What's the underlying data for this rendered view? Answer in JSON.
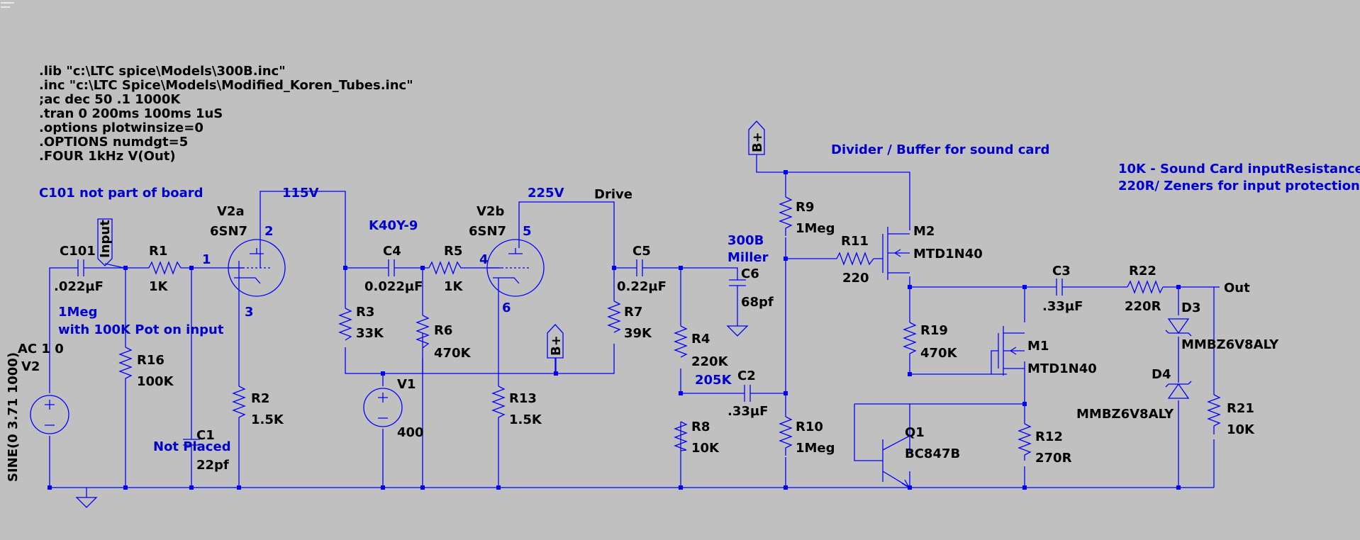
{
  "directives": [
    ".lib \"c:\\LTC spice\\Models\\300B.inc\"",
    ".inc \"c:\\LTC Spice\\Models\\Modified_Koren_Tubes.inc\"",
    ";ac dec 50 .1 1000K",
    ".tran 0 200ms 100ms 1uS",
    ".options plotwinsize=0",
    ".OPTIONS numdgt=5",
    ".FOUR 1kHz V(Out)"
  ],
  "notes": {
    "c101": "C101 not part of board",
    "divider": "Divider / Buffer for sound card",
    "soundcard1": "10K - Sound Card inputResistance",
    "soundcard2": "220R/ Zeners for input protection",
    "pot1": "1Meg",
    "pot2": "with 100K Pot on input",
    "notplaced": "Not Placed",
    "k40": "K40Y-9",
    "miller1": "300B",
    "miller2": "Miller"
  },
  "net_labels": {
    "n115": "115V",
    "n225": "225V",
    "drive": "Drive",
    "n205": "205K",
    "pin1": "1",
    "pin2": "2",
    "pin3": "3",
    "pin4": "4",
    "pin5": "5",
    "pin6": "6"
  },
  "ports": {
    "input": "Input",
    "bplus": "B+",
    "out": "Out"
  },
  "components": {
    "v2": {
      "ref": "V2",
      "value": "AC 1 0",
      "source": "SINE(0 3.71 1000)"
    },
    "c101": {
      "ref": "C101",
      "value": ".022µF"
    },
    "r1": {
      "ref": "R1",
      "value": "1K"
    },
    "r16": {
      "ref": "R16",
      "value": "100K"
    },
    "c1": {
      "ref": "C1",
      "value": "22pf"
    },
    "v2a": {
      "ref": "V2a",
      "value": "6SN7"
    },
    "r2": {
      "ref": "R2",
      "value": "1.5K"
    },
    "r3": {
      "ref": "R3",
      "value": "33K"
    },
    "c4": {
      "ref": "C4",
      "value": "0.022µF"
    },
    "r5": {
      "ref": "R5",
      "value": "1K"
    },
    "r6": {
      "ref": "R6",
      "value": "470K"
    },
    "v1": {
      "ref": "V1",
      "value": "400"
    },
    "v2b": {
      "ref": "V2b",
      "value": "6SN7"
    },
    "r13": {
      "ref": "R13",
      "value": "1.5K"
    },
    "r7": {
      "ref": "R7",
      "value": "39K"
    },
    "c5": {
      "ref": "C5",
      "value": "0.22µF"
    },
    "r4": {
      "ref": "R4",
      "value": "220K"
    },
    "r8": {
      "ref": "R8",
      "value": "10K"
    },
    "c6": {
      "ref": "C6",
      "value": "68pf"
    },
    "c2": {
      "ref": "C2",
      "value": ".33µF"
    },
    "r9": {
      "ref": "R9",
      "value": "1Meg"
    },
    "r10": {
      "ref": "R10",
      "value": "1Meg"
    },
    "r11": {
      "ref": "R11",
      "value": "220"
    },
    "m2": {
      "ref": "M2",
      "value": "MTD1N40"
    },
    "r19": {
      "ref": "R19",
      "value": "470K"
    },
    "m1": {
      "ref": "M1",
      "value": "MTD1N40"
    },
    "q1": {
      "ref": "Q1",
      "value": "BC847B"
    },
    "r12": {
      "ref": "R12",
      "value": "270R"
    },
    "c3": {
      "ref": "C3",
      "value": ".33µF"
    },
    "r22": {
      "ref": "R22",
      "value": "220R"
    },
    "d3": {
      "ref": "D3",
      "value": "MMBZ6V8ALY"
    },
    "d4": {
      "ref": "D4",
      "value": "MMBZ6V8ALY"
    },
    "r21": {
      "ref": "R21",
      "value": "10K"
    }
  }
}
